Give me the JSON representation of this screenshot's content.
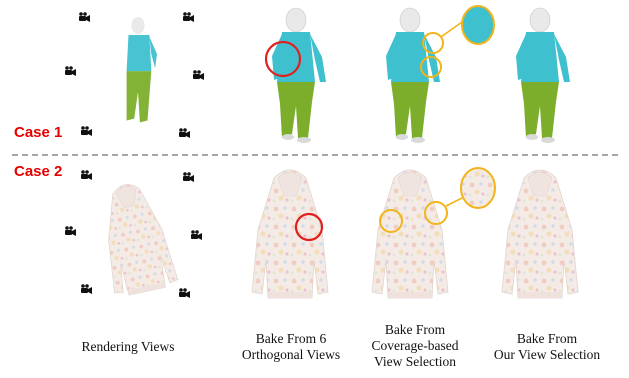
{
  "case_labels": [
    "Case 1",
    "Case 2"
  ],
  "captions": [
    [
      "Rendering Views"
    ],
    [
      "Bake From 6",
      "Orthogonal Views"
    ],
    [
      "Bake From",
      "Coverage-based",
      "View Selection"
    ],
    [
      "Bake From",
      "Our View Selection"
    ]
  ],
  "colors": {
    "case_label": "#e60000",
    "defect_circle_red": "#e0201f",
    "defect_circle_yellow": "#f2b418",
    "hoodie": "#3fc0cf",
    "pants": "#7cae2c",
    "hood_white": "#e9e9ea",
    "divider": "#a6a6a6"
  },
  "icons": [
    "camera-icon"
  ]
}
